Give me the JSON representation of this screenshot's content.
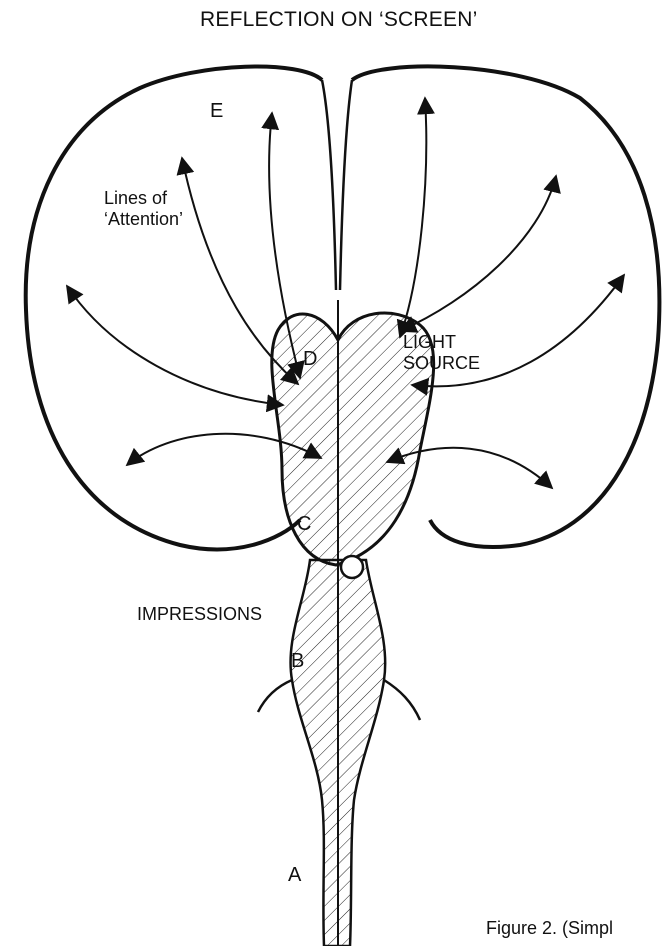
{
  "diagram": {
    "title": "REFLECTION ON ‘SCREEN’",
    "labels": {
      "e": "E",
      "lines_of_attention_1": "Lines of",
      "lines_of_attention_2": "‘Attention’",
      "d": "D",
      "light_source_1": "LIGHT",
      "light_source_2": "SOURCE",
      "c": "C",
      "impressions": "IMPRESSIONS",
      "b": "B",
      "a": "A"
    },
    "caption": "Figure 2.  (Simpl"
  }
}
